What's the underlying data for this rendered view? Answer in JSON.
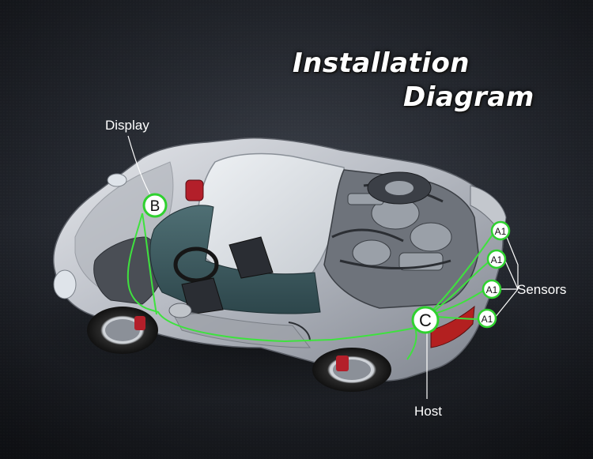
{
  "title": {
    "line1": "Installation",
    "line2": "Diagram"
  },
  "labels": {
    "display": "Display",
    "sensors": "Sensors",
    "host": "Host"
  },
  "markers": {
    "display_unit": "B",
    "host_unit": "C",
    "sensor_units": [
      "A1",
      "A1",
      "A1",
      "A1"
    ]
  },
  "colors": {
    "wiring": "#3ee23e",
    "marker_ring": "#2fd12f",
    "marker_fill": "#ffffff",
    "background": "#2a2e36"
  }
}
